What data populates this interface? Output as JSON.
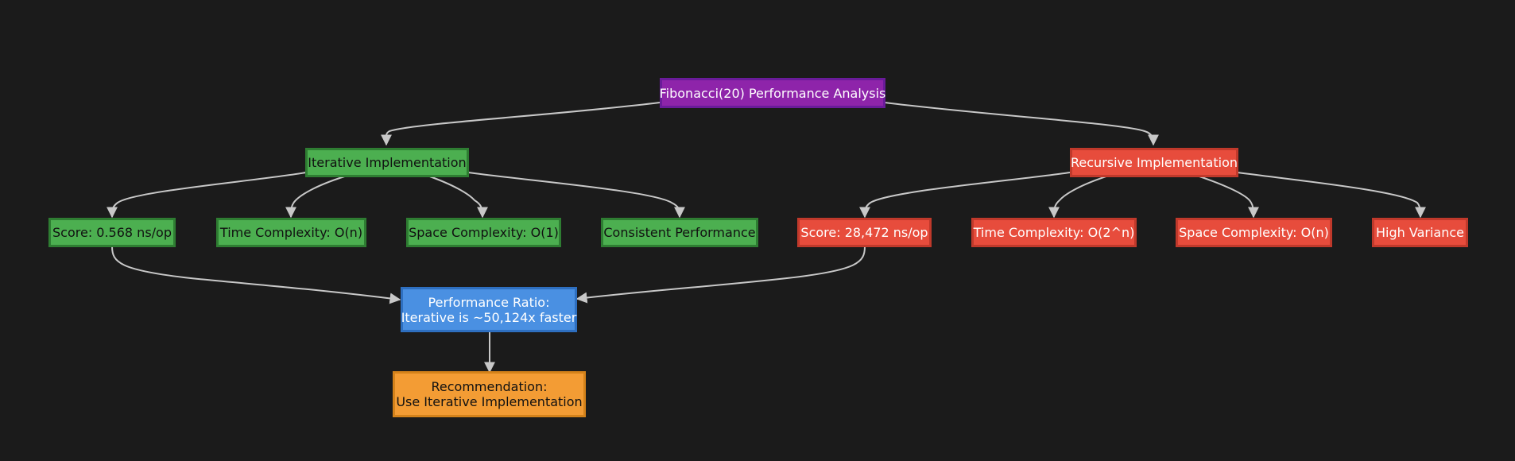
{
  "diagram": {
    "root": {
      "label": "Fibonacci(20) Performance Analysis"
    },
    "iterative": {
      "label": "Iterative Implementation",
      "score": "Score: 0.568 ns/op",
      "time": "Time Complexity: O(n)",
      "space": "Space Complexity: O(1)",
      "note": "Consistent Performance"
    },
    "recursive": {
      "label": "Recursive Implementation",
      "score": "Score: 28,472 ns/op",
      "time": "Time Complexity: O(2^n)",
      "space": "Space Complexity: O(n)",
      "note": "High Variance"
    },
    "ratio": {
      "line1": "Performance Ratio:",
      "line2": "Iterative is ~50,124x faster"
    },
    "recommendation": {
      "line1": "Recommendation:",
      "line2": "Use Iterative Implementation"
    }
  },
  "colors": {
    "background": "#1b1b1b",
    "edge": "#c8c8c8",
    "root": "#8e24aa",
    "iterative": "#4caf50",
    "recursive": "#e74c3c",
    "ratio": "#4a90e2",
    "recommendation": "#f39c34"
  }
}
